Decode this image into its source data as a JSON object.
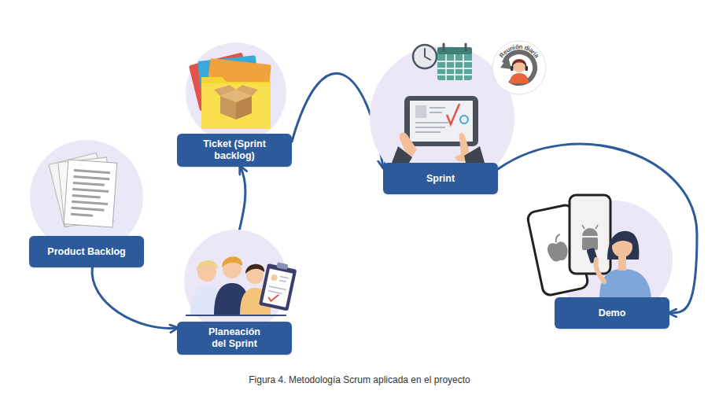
{
  "diagram": {
    "caption": "Figura 4. Metodología Scrum aplicada en el proyecto",
    "nodes": [
      {
        "text": [
          "Product Backlog"
        ]
      },
      {
        "text": [
          "Planeación del Sprint"
        ]
      },
      {
        "text": [
          "Ticket (Sprint backlog)"
        ]
      },
      {
        "text": [
          "Sprint"
        ]
      },
      {
        "text": [
          "Demo"
        ]
      }
    ],
    "edges": [
      {
        "from": 0,
        "to": 1,
        "arrow": "to"
      },
      {
        "from": 1,
        "to": 2,
        "arrow": "to"
      },
      {
        "from": 2,
        "to": 3,
        "arrow": "to"
      },
      {
        "from": 3,
        "to": 4,
        "arrow": "to"
      }
    ],
    "labels": [
      "Reunión diaria"
    ]
  }
}
